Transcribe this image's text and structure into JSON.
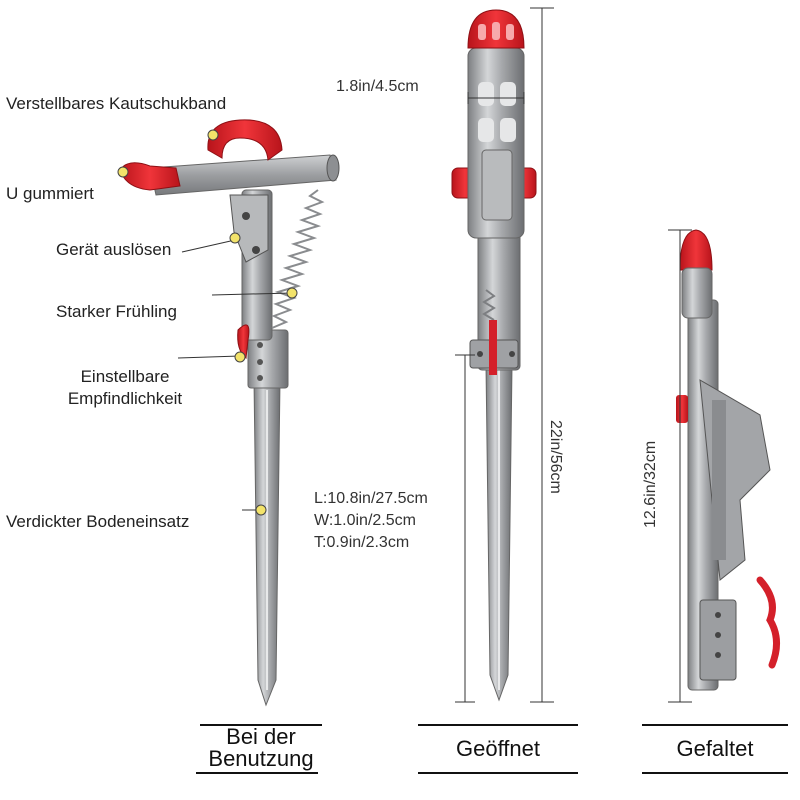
{
  "callouts": {
    "rubber_band": "Verstellbares Kautschukband",
    "u_rubberized": "U gummiert",
    "trigger": "Gerät auslösen",
    "spring": "Starker Frühling",
    "sensitivity_line1": "Einstellbare",
    "sensitivity_line2": "Empfindlichkeit",
    "ground_insert": "Verdickter Bodeneinsatz"
  },
  "dimensions": {
    "width_top": "1.8in/4.5cm",
    "length_open": "22in/56cm",
    "length_folded": "12.6in/32cm",
    "spike_l": "L:10.8in/27.5cm",
    "spike_w": "W:1.0in/2.5cm",
    "spike_t": "T:0.9in/2.3cm"
  },
  "captions": {
    "in_use_line1": "Bei der",
    "in_use_line2": "Benutzung",
    "opened": "Geöffnet",
    "folded": "Gefaltet"
  },
  "colors": {
    "accent_red": "#e0242b",
    "metal": "#a9abae",
    "callout_dot": "#f3e36a"
  }
}
